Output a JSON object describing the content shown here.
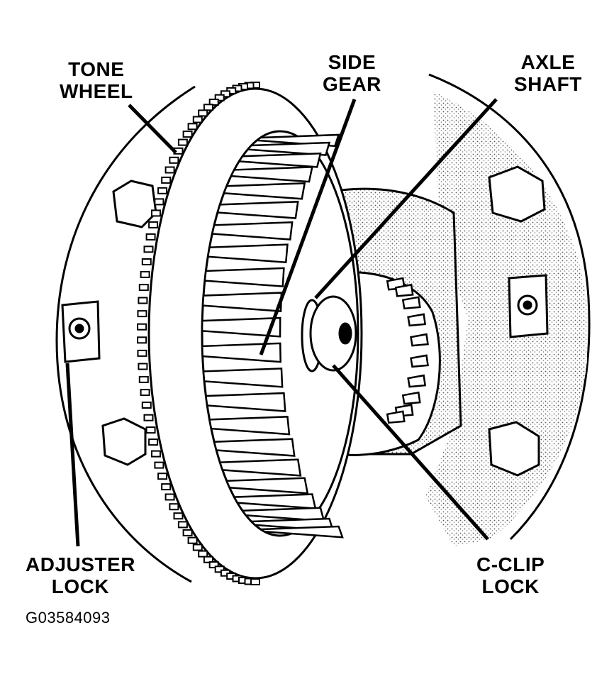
{
  "labels": {
    "tone_wheel": [
      "TONE",
      "WHEEL"
    ],
    "side_gear": [
      "SIDE",
      "GEAR"
    ],
    "axle_shaft": [
      "AXLE",
      "SHAFT"
    ],
    "adjuster_lock": [
      "ADJUSTER",
      "LOCK"
    ],
    "c_clip_lock": [
      "C-CLIP",
      "LOCK"
    ]
  },
  "figure_code": "G03584093",
  "colors": {
    "ink": "#000000",
    "paper": "#ffffff",
    "stipple": "#7a7a7a"
  }
}
